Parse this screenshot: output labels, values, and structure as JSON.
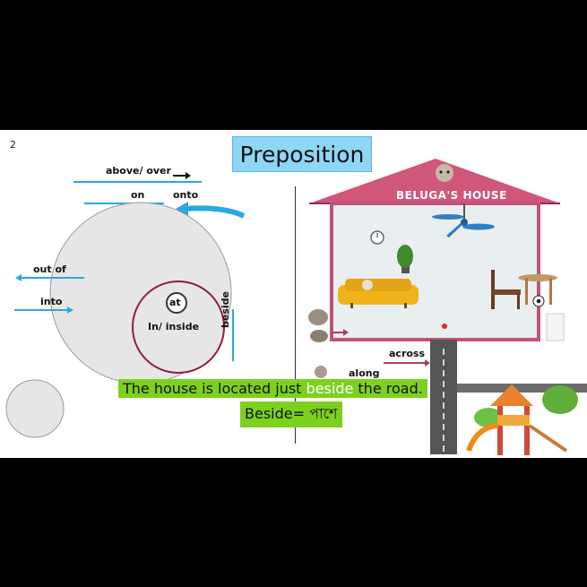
{
  "slide": {
    "page_number": "2",
    "title": "Preposition"
  },
  "diagram": {
    "labels": {
      "above_over": "above/ over",
      "on": "on",
      "onto": "onto",
      "out_of": "out of",
      "into": "into",
      "at": "at",
      "in_inside": "In/ inside",
      "beside": "beside",
      "across": "across",
      "along": "along"
    }
  },
  "house": {
    "sign": "BELUGA'S HOUSE"
  },
  "caption": {
    "line1_before": "The house is located just ",
    "line1_highlight": "beside",
    "line1_after": " the road.",
    "line2": "Beside= পাশে"
  },
  "colors": {
    "title_bg": "#8fd6f5",
    "arrow_blue": "#29a8e0",
    "roof": "#d0577a",
    "caption_bg": "#7dd11e",
    "circle_fill": "#e6e6e6"
  }
}
